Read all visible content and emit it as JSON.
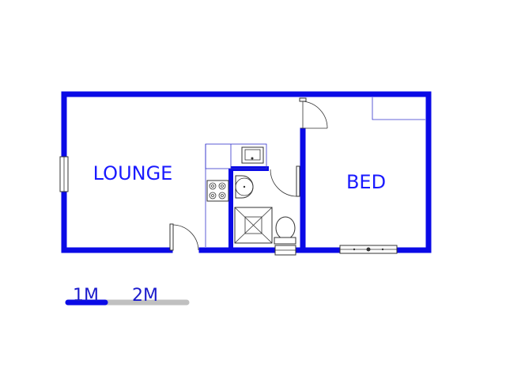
{
  "rooms": {
    "lounge": "LOUNGE",
    "bed": "BED"
  },
  "scale_bar": {
    "label_1": "1M",
    "label_2": "2M"
  },
  "colors": {
    "wall": "#0a0ae6",
    "label": "#1a1aff",
    "scale_primary": "#0a0ae6",
    "scale_secondary": "#c0c0c0"
  }
}
